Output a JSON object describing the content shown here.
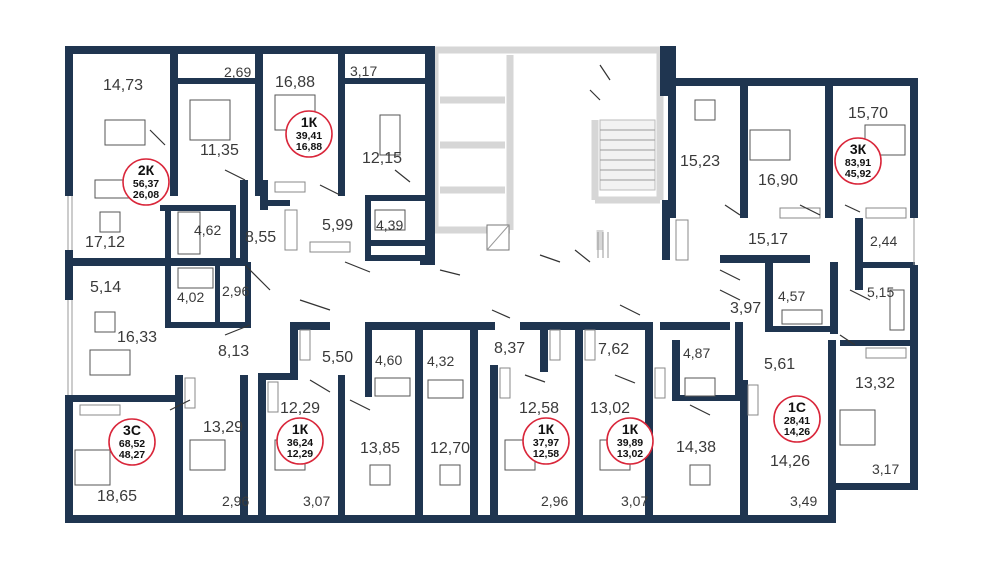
{
  "room_areas": [
    "14,73",
    "2,69",
    "16,88",
    "3,17",
    "11,35",
    "15,70",
    "15,23",
    "16,90",
    "12,15",
    "5,99",
    "4,39",
    "4,62",
    "17,12",
    "8,55",
    "15,17",
    "2,44",
    "5,14",
    "4,02",
    "2,96",
    "16,33",
    "3,97",
    "4,57",
    "5,15",
    "8,13",
    "5,50",
    "4,60",
    "4,32",
    "8,37",
    "7,62",
    "4,87",
    "5,61",
    "13,32",
    "12,29",
    "13,29",
    "13,85",
    "12,70",
    "12,58",
    "13,02",
    "14,38",
    "14,26",
    "18,65",
    "2,96",
    "3,07",
    "2,96",
    "3,07",
    "3,49",
    "3,17"
  ],
  "apartments": [
    {
      "type": "2К",
      "total": "56,37",
      "living": "26,08"
    },
    {
      "type": "1К",
      "total": "39,41",
      "living": "16,88"
    },
    {
      "type": "3К",
      "total": "83,91",
      "living": "45,92"
    },
    {
      "type": "3С",
      "total": "68,52",
      "living": "48,27"
    },
    {
      "type": "1К",
      "total": "36,24",
      "living": "12,29"
    },
    {
      "type": "1К",
      "total": "37,97",
      "living": "12,58"
    },
    {
      "type": "1К",
      "total": "39,89",
      "living": "13,02"
    },
    {
      "type": "1С",
      "total": "28,41",
      "living": "14,26"
    }
  ],
  "colors": {
    "wall": "#1f3550",
    "badge_ring": "#d9263a",
    "text": "#3a3a3a"
  }
}
